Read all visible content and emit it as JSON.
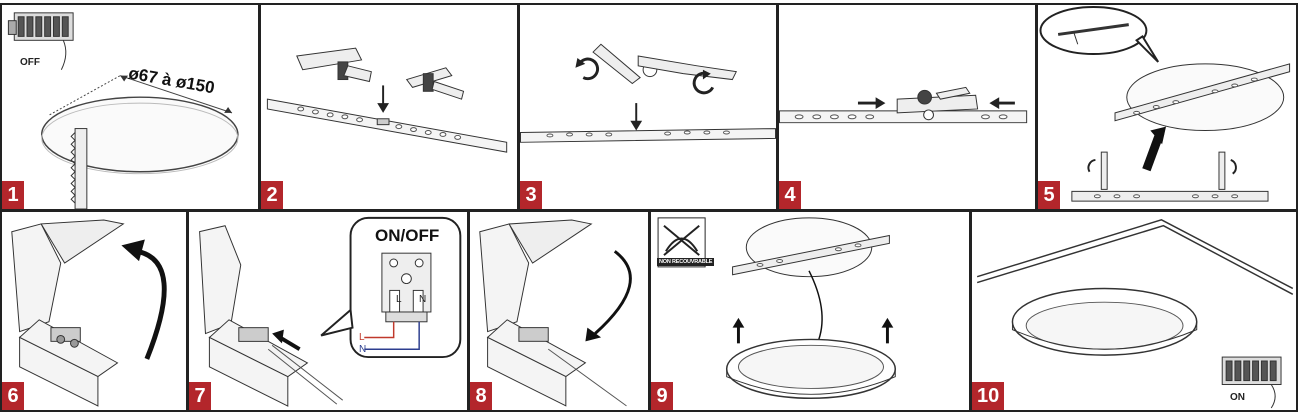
{
  "steps": [
    {
      "number": "1",
      "switch_label": "OFF",
      "dimension": "ø67 à ø150"
    },
    {
      "number": "2"
    },
    {
      "number": "3"
    },
    {
      "number": "4"
    },
    {
      "number": "5"
    },
    {
      "number": "6"
    },
    {
      "number": "7",
      "callout_title": "ON/OFF",
      "terminal_left": "L",
      "terminal_right": "N",
      "wire_l": "L",
      "wire_n": "N"
    },
    {
      "number": "8"
    },
    {
      "number": "9",
      "badge": "NON RECOUVRABLE"
    },
    {
      "number": "10",
      "switch_label": "ON"
    }
  ],
  "colors": {
    "step_badge": "#b3262b",
    "line": "#222222",
    "wire_l": "#c0392b",
    "wire_n": "#2c3e8f"
  }
}
